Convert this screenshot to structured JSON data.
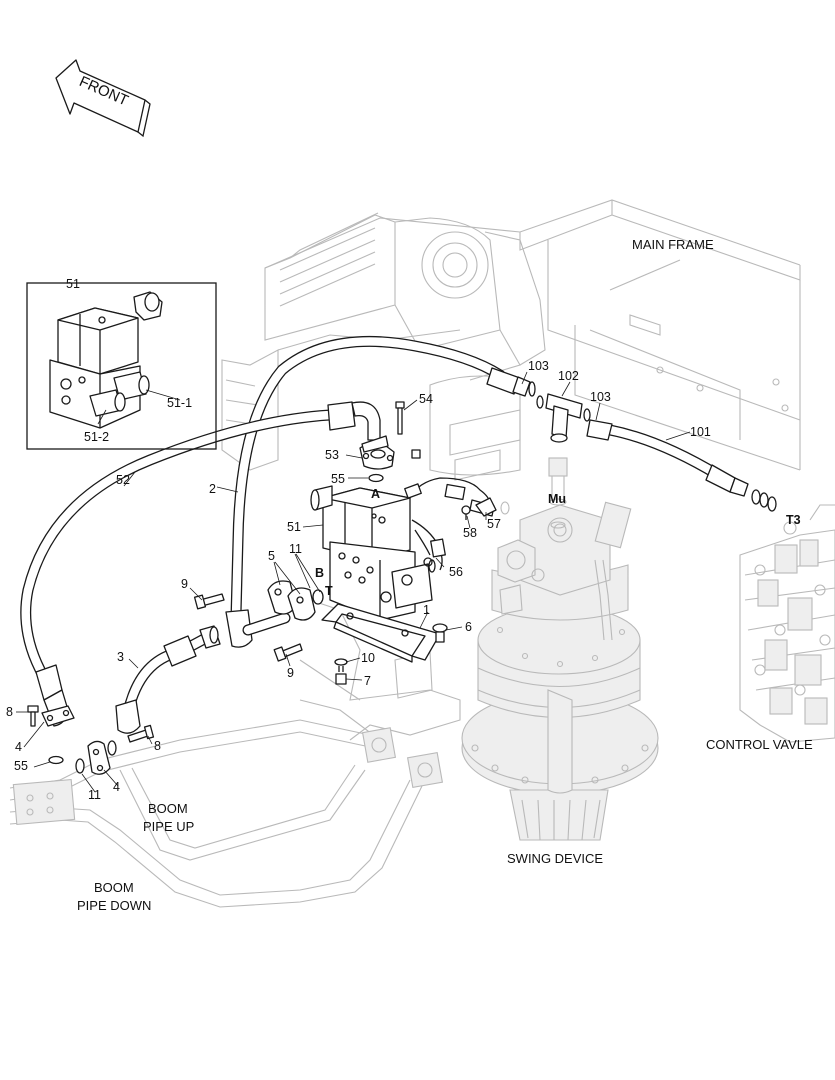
{
  "orientation": {
    "label": "FRONT"
  },
  "captions": {
    "main_frame": "MAIN FRAME",
    "control_valve": "CONTROL VAVLE",
    "swing_device": "SWING DEVICE",
    "boom_pipe_up_1": "BOOM",
    "boom_pipe_up_2": "PIPE UP",
    "boom_pipe_down_1": "BOOM",
    "boom_pipe_down_2": "PIPE DOWN"
  },
  "inset": {
    "title": "51",
    "sub_a": "51-1",
    "sub_b": "51-2"
  },
  "ports": {
    "a": "A",
    "b": "B",
    "t": "T",
    "mu": "Mu",
    "t3": "T3"
  },
  "callouts": {
    "c1": "1",
    "c2": "2",
    "c3": "3",
    "c4a": "4",
    "c4b": "4",
    "c5": "5",
    "c6": "6",
    "c7": "7",
    "c8a": "8",
    "c8b": "8",
    "c9a": "9",
    "c9b": "9",
    "c10": "10",
    "c11a": "11",
    "c11b": "11",
    "c51": "51",
    "c52": "52",
    "c53": "53",
    "c54": "54",
    "c55a": "55",
    "c55b": "55",
    "c56": "56",
    "c57": "57",
    "c58": "58",
    "c101": "101",
    "c102": "102",
    "c103a": "103",
    "c103b": "103"
  }
}
